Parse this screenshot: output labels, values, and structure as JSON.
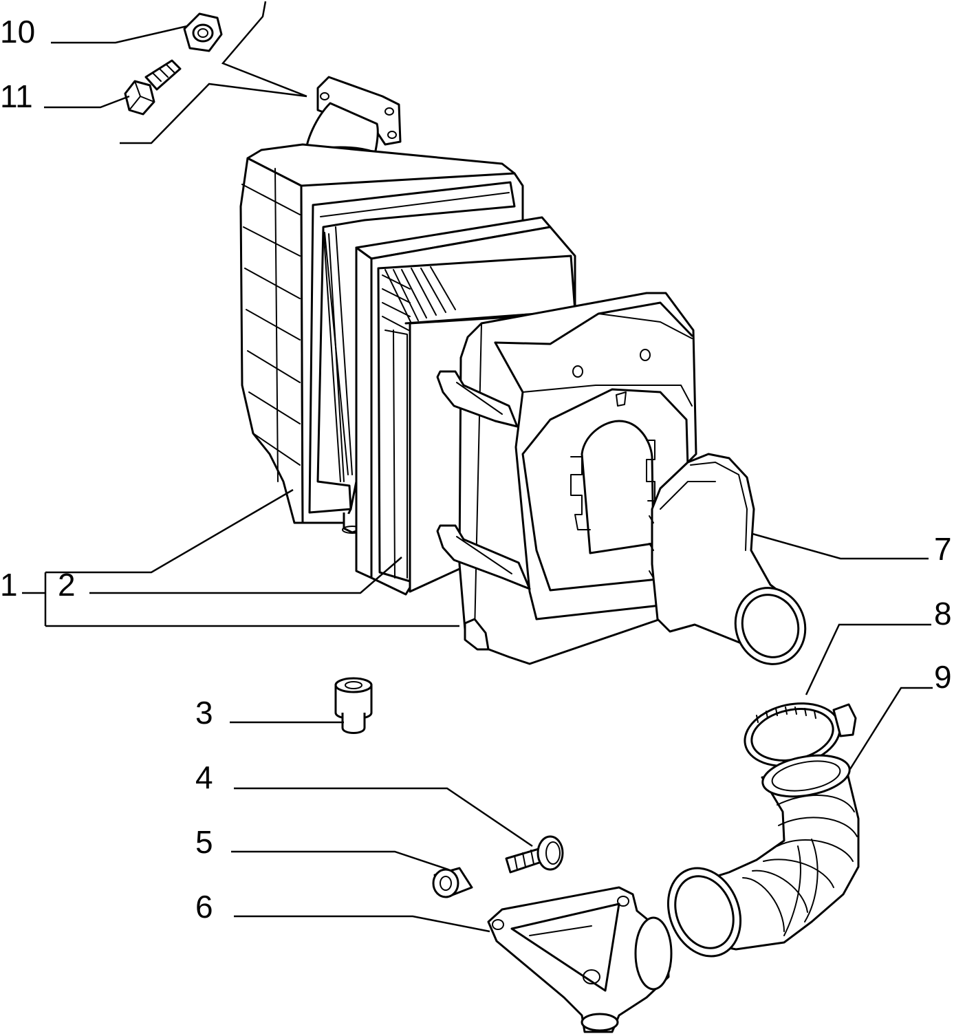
{
  "diagram": {
    "background": "#ffffff",
    "line_color": "#000000",
    "callouts": [
      {
        "id": "1",
        "label": "1"
      },
      {
        "id": "2",
        "label": "2"
      },
      {
        "id": "3",
        "label": "3"
      },
      {
        "id": "4",
        "label": "4"
      },
      {
        "id": "5",
        "label": "5"
      },
      {
        "id": "6",
        "label": "6"
      },
      {
        "id": "7",
        "label": "7"
      },
      {
        "id": "8",
        "label": "8"
      },
      {
        "id": "9",
        "label": "9"
      },
      {
        "id": "10",
        "label": "10"
      },
      {
        "id": "11",
        "label": "11"
      }
    ]
  }
}
